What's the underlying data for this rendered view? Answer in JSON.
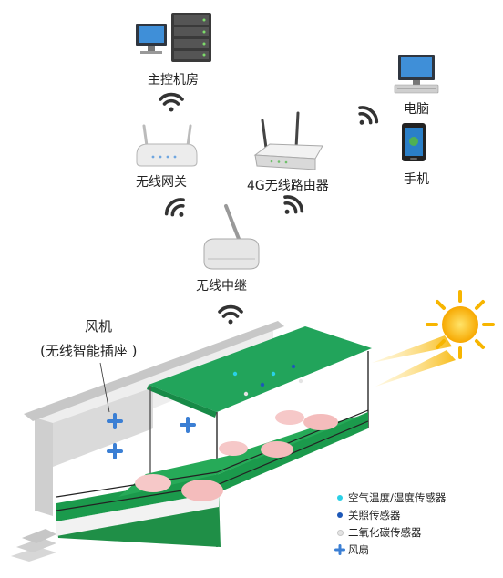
{
  "labels": {
    "control_room": "主控机房",
    "computer": "电脑",
    "phone": "手机",
    "gateway": "无线网关",
    "router": "4G无线路由器",
    "repeater": "无线中继",
    "fan_title": "风机",
    "fan_subtitle": "(无线智能插座 )"
  },
  "legend": [
    {
      "text": "空气温度/湿度传感器",
      "color": "#2ad0e6"
    },
    {
      "text": "关照传感器",
      "color": "#1d58b8"
    },
    {
      "text": "二氧化碳传感器",
      "color": "#e4e4e4"
    },
    {
      "text": "风扇",
      "color": "#3b7fd4"
    }
  ],
  "colors": {
    "roof_green": "#22a45b",
    "floor_green": "#1b9a4c",
    "wifi": "#333333",
    "sun": "#f7b500"
  }
}
